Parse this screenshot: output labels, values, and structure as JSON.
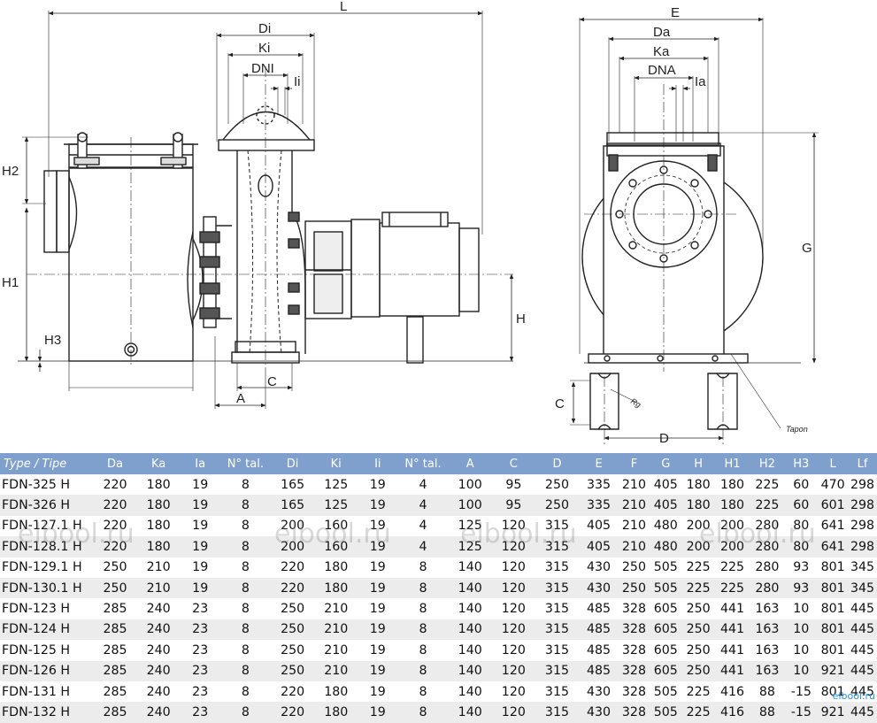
{
  "drawing": {
    "dims_left": {
      "L": "L",
      "Di": "Di",
      "Ki": "Ki",
      "DNI": "DNI",
      "Ii": "Ii",
      "H1": "H1",
      "H2": "H2",
      "H3": "H3",
      "H": "H",
      "A": "A",
      "C": "C"
    },
    "dims_right": {
      "E": "E",
      "Da": "Da",
      "Ka": "Ka",
      "DNA": "DNA",
      "Ia": "Ia",
      "G": "G",
      "C": "C",
      "D": "D",
      "Rg": "Rg",
      "Tapon": "Tapon"
    }
  },
  "table": {
    "headers": [
      "Type / Tipe",
      "Da",
      "Ka",
      "Ia",
      "N° tal.",
      "Di",
      "Ki",
      "Ii",
      "N° tal.",
      "A",
      "C",
      "D",
      "E",
      "F",
      "G",
      "H",
      "H1",
      "H2",
      "H3",
      "L",
      "Lf"
    ],
    "rows": [
      [
        "FDN-325 H",
        "220",
        "180",
        "19",
        "8",
        "165",
        "125",
        "19",
        "4",
        "100",
        "95",
        "250",
        "335",
        "210",
        "405",
        "180",
        "180",
        "225",
        "60",
        "470",
        "298"
      ],
      [
        "FDN-326 H",
        "220",
        "180",
        "19",
        "8",
        "165",
        "125",
        "19",
        "4",
        "100",
        "95",
        "250",
        "335",
        "210",
        "405",
        "180",
        "180",
        "225",
        "60",
        "601",
        "298"
      ],
      [
        "FDN-127.1 H",
        "220",
        "180",
        "19",
        "8",
        "200",
        "160",
        "19",
        "4",
        "125",
        "120",
        "315",
        "405",
        "210",
        "480",
        "200",
        "200",
        "280",
        "80",
        "641",
        "298"
      ],
      [
        "FDN-128.1 H",
        "220",
        "180",
        "19",
        "8",
        "200",
        "160",
        "19",
        "4",
        "125",
        "120",
        "315",
        "405",
        "210",
        "480",
        "200",
        "200",
        "280",
        "80",
        "641",
        "298"
      ],
      [
        "FDN-129.1 H",
        "250",
        "210",
        "19",
        "8",
        "220",
        "180",
        "19",
        "8",
        "140",
        "120",
        "315",
        "430",
        "250",
        "505",
        "225",
        "225",
        "280",
        "93",
        "801",
        "345"
      ],
      [
        "FDN-130.1 H",
        "250",
        "210",
        "19",
        "8",
        "220",
        "180",
        "19",
        "8",
        "140",
        "120",
        "315",
        "430",
        "250",
        "505",
        "225",
        "225",
        "280",
        "93",
        "801",
        "345"
      ],
      [
        "FDN-123 H",
        "285",
        "240",
        "23",
        "8",
        "250",
        "210",
        "19",
        "8",
        "140",
        "120",
        "315",
        "485",
        "328",
        "605",
        "250",
        "441",
        "163",
        "10",
        "801",
        "445"
      ],
      [
        "FDN-124 H",
        "285",
        "240",
        "23",
        "8",
        "250",
        "210",
        "19",
        "8",
        "140",
        "120",
        "315",
        "485",
        "328",
        "605",
        "250",
        "441",
        "163",
        "10",
        "801",
        "445"
      ],
      [
        "FDN-125 H",
        "285",
        "240",
        "23",
        "8",
        "250",
        "210",
        "19",
        "8",
        "140",
        "120",
        "315",
        "485",
        "328",
        "605",
        "250",
        "441",
        "163",
        "10",
        "801",
        "445"
      ],
      [
        "FDN-126 H",
        "285",
        "240",
        "23",
        "8",
        "250",
        "210",
        "19",
        "8",
        "140",
        "120",
        "315",
        "485",
        "328",
        "605",
        "250",
        "441",
        "163",
        "10",
        "921",
        "445"
      ],
      [
        "FDN-131 H",
        "285",
        "240",
        "23",
        "8",
        "220",
        "180",
        "19",
        "8",
        "140",
        "120",
        "315",
        "430",
        "328",
        "505",
        "225",
        "416",
        "88",
        "-15",
        "801",
        "445"
      ],
      [
        "FDN-132 H",
        "285",
        "240",
        "23",
        "8",
        "220",
        "180",
        "19",
        "8",
        "140",
        "120",
        "315",
        "430",
        "328",
        "505",
        "225",
        "416",
        "88",
        "-15",
        "921",
        "445"
      ]
    ]
  },
  "watermark": "elbool.ru",
  "site_mark": "elbool.ru"
}
